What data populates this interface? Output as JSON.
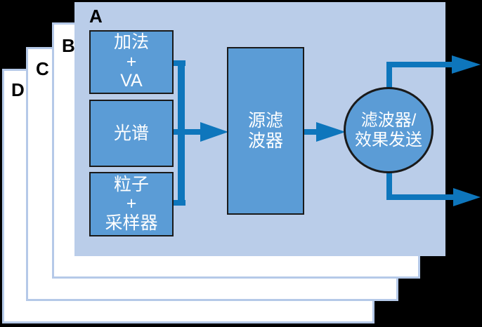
{
  "figure": {
    "description": "layered-signal-flow-diagram",
    "panels": [
      {
        "label": "A"
      },
      {
        "label": "B"
      },
      {
        "label": "C"
      },
      {
        "label": "D"
      }
    ],
    "diagram": {
      "sources": [
        {
          "label": "加法\n+\nVA"
        },
        {
          "label": "光谱"
        },
        {
          "label": "粒子\n+\n采样器"
        }
      ],
      "source_filter": {
        "label": "源滤\n波器"
      },
      "filter_effect_send": {
        "label": "滤波器/\n效果发送"
      }
    }
  },
  "colors": {
    "background": "#000000",
    "front_panel_fill": "#bacde9",
    "back_panel_fill": "#ffffff",
    "back_panel_border": "#b5c9e8",
    "node_fill": "#5b9cd6",
    "node_border": "#1a1a1a",
    "connector": "#0e76bc",
    "node_text": "#ffffff",
    "panel_label_text": "#000000"
  }
}
